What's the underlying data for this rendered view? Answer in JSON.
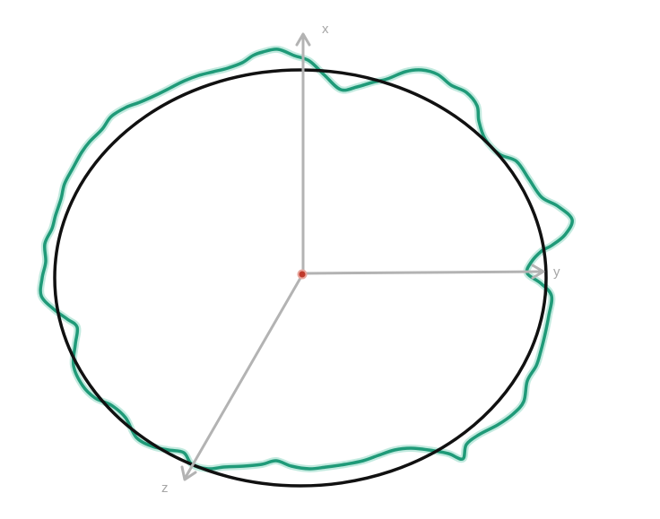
{
  "axes": {
    "x_label": "x",
    "y_label": "y",
    "z_label": "z"
  },
  "colors": {
    "axis": "#b3b3b3",
    "reference_ellipse": "#111111",
    "rough_curve": "#1f9a78",
    "origin": "#c0392b"
  }
}
